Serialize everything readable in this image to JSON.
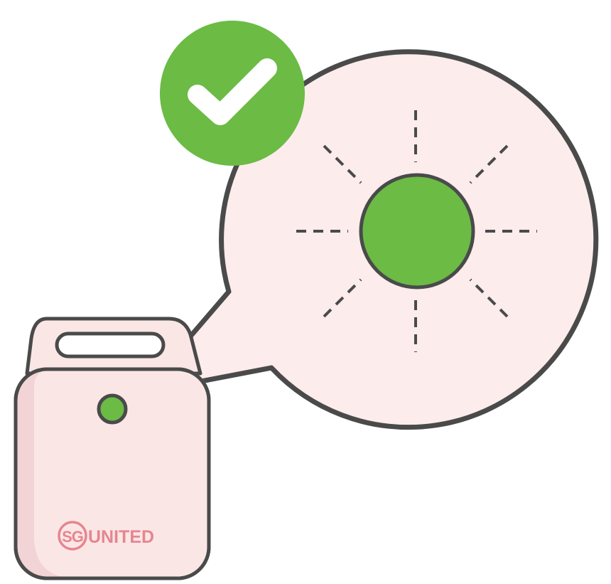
{
  "illustration": {
    "device_logo": {
      "sg_mark": "SG",
      "word": "UNITED"
    },
    "status_indicator": {
      "state": "on",
      "light_color": "#6bbb45",
      "check_badge_color": "#6bbb45"
    },
    "colors": {
      "outline": "#4a4a4a",
      "device_fill": "#fbe6e6",
      "device_shadow": "#f2d4d6",
      "bubble_fill": "#fcecec",
      "logo": "#e5868f",
      "white": "#ffffff"
    }
  }
}
